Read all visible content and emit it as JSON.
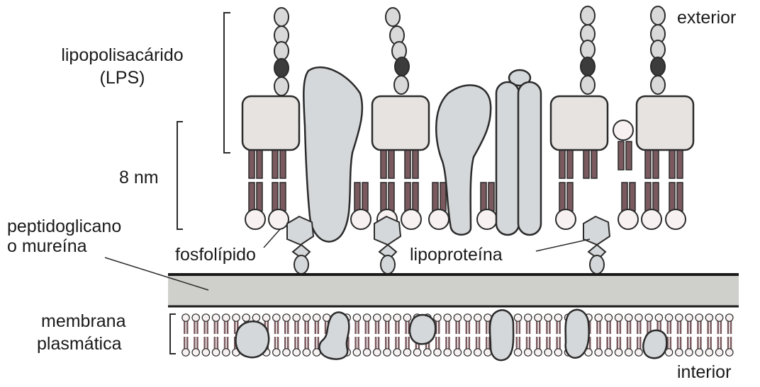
{
  "labels": {
    "exterior": "exterior",
    "interior": "interior",
    "lps_line1": "lipopolisacárido",
    "lps_line2": "(LPS)",
    "thickness": "8 nm",
    "peptido_line1": "peptidoglicano",
    "peptido_line2": "o mureína",
    "phospholipid": "fosfolípido",
    "lipoprotein": "lipoproteína",
    "membrane_line1": "membrana",
    "membrane_line2": "plasmática"
  },
  "colors": {
    "outline": "#2b2b2b",
    "protein_fill": "#d5d8da",
    "lps_box_fill": "#e6e3e0",
    "sugar_light": "#d9d9d9",
    "sugar_dark": "#3c3c3c",
    "lipid_tail": "#7a5a5e",
    "lipid_head": "#f7f1f1",
    "peptidoglycan_fill": "#cfcfcb"
  }
}
